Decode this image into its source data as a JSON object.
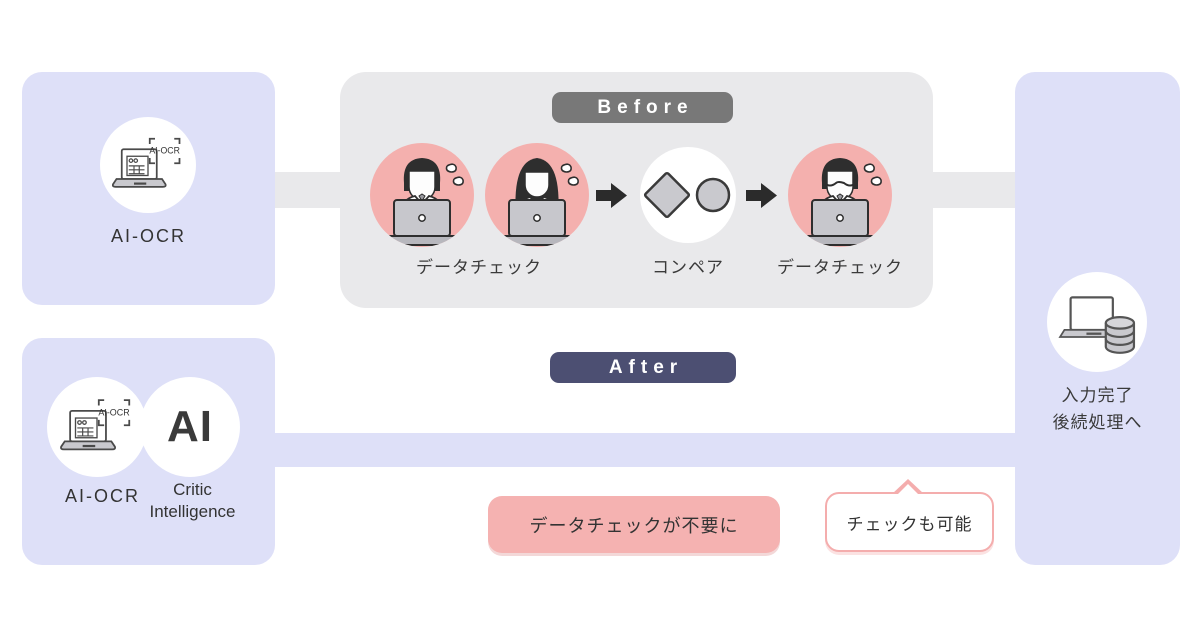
{
  "colors": {
    "lavender": "#dee0f8",
    "gray_panel": "#e9e9eb",
    "pink_circle": "#f4b0ae",
    "pink_note": "#f5b2b1",
    "before_badge_bg": "#787878",
    "after_badge_bg": "#4c4f72",
    "text_dark": "#3a3a3a"
  },
  "ai_ocr_box": {
    "label": "AI-OCR",
    "icon_text": "AI-OCR"
  },
  "ai_ocr_critic_box": {
    "ocr_label": "AI-OCR",
    "icon_text": "AI-OCR",
    "ai_text": "AI",
    "critic_line1": "Critic",
    "critic_line2": "Intelligence"
  },
  "output_box": {
    "line1": "入力完了",
    "line2": "後続処理へ"
  },
  "before_flow": {
    "badge": "Before",
    "data_check_label_1": "データチェック",
    "compare_label": "コンペア",
    "data_check_label_2": "データチェック"
  },
  "after_flow": {
    "badge": "After",
    "highlight": "データチェックが不要に",
    "bubble": "チェックも可能"
  },
  "icons": {
    "ai_ocr": "ai-ocr-laptop-icon",
    "worker_man": "worker-man-laptop-icon",
    "worker_woman": "worker-woman-laptop-icon",
    "worker_glasses": "worker-glasses-laptop-icon",
    "compare": "diamond-circle-compare-icon",
    "arrow": "flow-arrow-icon",
    "output": "laptop-database-icon"
  }
}
